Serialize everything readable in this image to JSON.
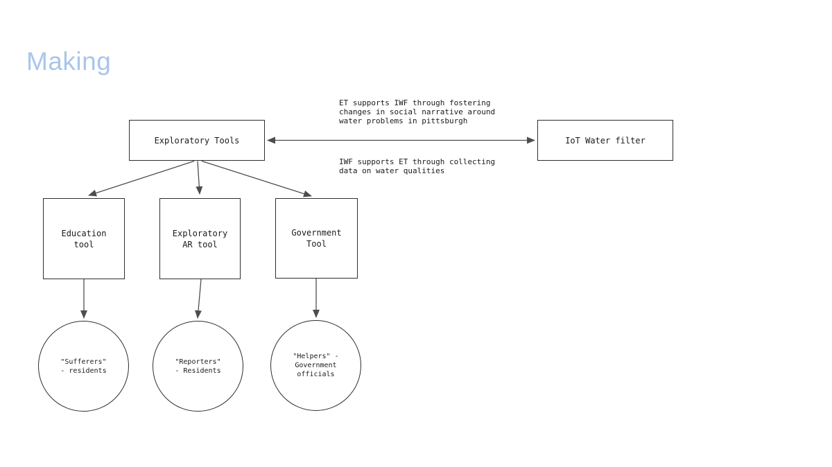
{
  "title": "Making",
  "colors": {
    "title": "#a9c6ea",
    "border": "#2d2d2d",
    "arrow": "#4d4d4d",
    "text": "#1a1a1a"
  },
  "diagram": {
    "root_box": {
      "label": "Exploratory Tools"
    },
    "iot_box": {
      "label": "IoT Water filter"
    },
    "annotations": {
      "top": "ET supports IWF through fostering\nchanges in social narrative around\nwater problems in pittsburgh",
      "bottom": "IWF supports ET through collecting\ndata on water qualities"
    },
    "tool_boxes": [
      {
        "id": "education-tool",
        "label": "Education\ntool"
      },
      {
        "id": "exploratory-ar-tool",
        "label": "Exploratory\nAR tool"
      },
      {
        "id": "government-tool",
        "label": "Government\nTool"
      }
    ],
    "user_circles": [
      {
        "id": "sufferers",
        "label": "\"Sufferers\"\n- residents"
      },
      {
        "id": "reporters",
        "label": "\"Reporters\"\n- Residents"
      },
      {
        "id": "helpers",
        "label": "\"Helpers\" -\nGovernment\nofficials"
      }
    ]
  }
}
